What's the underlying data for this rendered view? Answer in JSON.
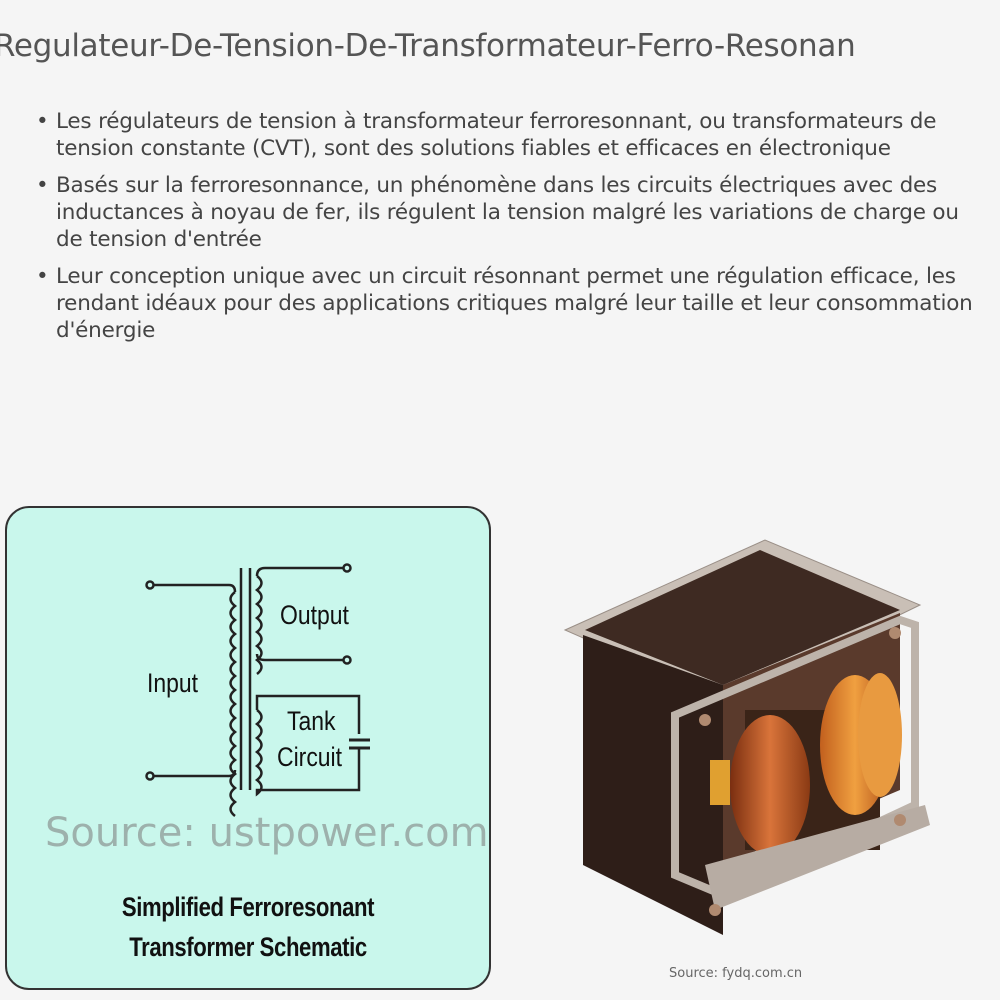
{
  "title": "Regulateur-De-Tension-De-Transformateur-Ferro-Resonan",
  "bullets": [
    "Les régulateurs de tension à transformateur ferroresonnant, ou transformateurs de tension constante (CVT), sont des solutions fiables et efficaces en électronique",
    "Basés sur la ferroresonnance, un phénomène dans les circuits électriques avec des inductances à noyau de fer, ils régulent la tension malgré les variations de charge ou de tension d'entrée",
    "Leur conception unique avec un circuit résonnant permet une régulation efficace, les rendant idéaux pour des applications critiques malgré leur taille et leur consommation d'énergie"
  ],
  "bullet_marker": "•",
  "schematic": {
    "input_label": "Input",
    "output_label": "Output",
    "tank_label_1": "Tank",
    "tank_label_2": "Circuit",
    "caption_1": "Simplified Ferroresonant",
    "caption_2": "Transformer Schematic",
    "watermark": "Source: ustpower.com",
    "background": "#c9f7ec"
  },
  "photo": {
    "source": "Source: fydq.com.cn"
  }
}
